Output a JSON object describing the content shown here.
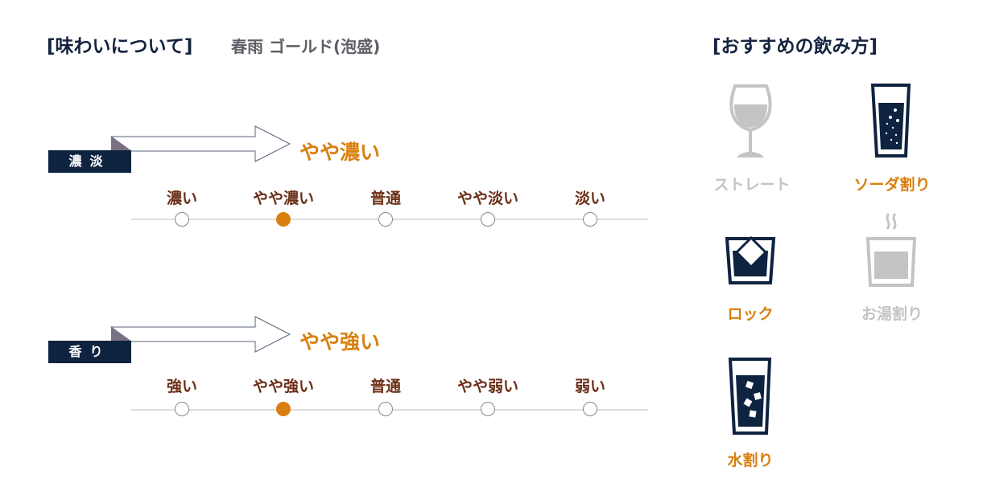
{
  "header": {
    "title": "[味わいについて]",
    "product": "春雨 ゴールド(泡盛)"
  },
  "taste": [
    {
      "tag": "濃淡",
      "result": "やや濃い",
      "options": [
        "濃い",
        "やや濃い",
        "普通",
        "やや淡い",
        "淡い"
      ],
      "selected_index": 1
    },
    {
      "tag": "香り",
      "result": "やや強い",
      "options": [
        "強い",
        "やや強い",
        "普通",
        "やや弱い",
        "弱い"
      ],
      "selected_index": 1
    }
  ],
  "recommend": {
    "title": "[おすすめの飲み方]",
    "items": [
      {
        "label": "ストレート",
        "icon": "wine-glass-icon",
        "recommended": false
      },
      {
        "label": "ソーダ割り",
        "icon": "soda-glass-icon",
        "recommended": true
      },
      {
        "label": "ロック",
        "icon": "rock-glass-icon",
        "recommended": true
      },
      {
        "label": "お湯割り",
        "icon": "hot-water-cup-icon",
        "recommended": false
      },
      {
        "label": "水割り",
        "icon": "water-glass-icon",
        "recommended": true
      }
    ]
  },
  "colors": {
    "navy": "#0e2340",
    "orange": "#d97f0f",
    "brown": "#6b2f17",
    "gray": "#c4c4c4"
  }
}
